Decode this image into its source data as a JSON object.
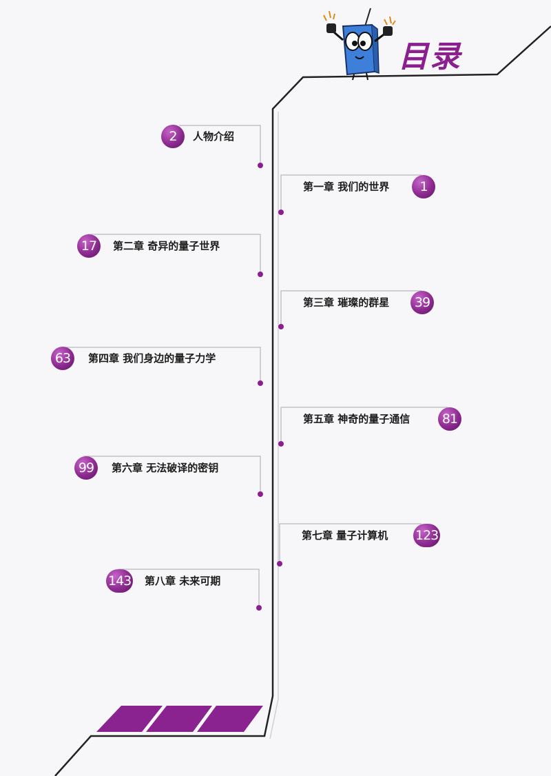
{
  "title": "目录",
  "colors": {
    "accent": "#8b1f8e",
    "line": "#222222",
    "bracket": "#b9b9bf",
    "mascot_body": "#3d7fd9"
  },
  "mascot": {
    "description_icon": "book-mascot-icon"
  },
  "toc": [
    {
      "number": "2",
      "label": "人物介绍"
    },
    {
      "number": "1",
      "label": "第一章  我们的世界"
    },
    {
      "number": "17",
      "label": "第二章  奇异的量子世界"
    },
    {
      "number": "39",
      "label": "第三章  璀璨的群星"
    },
    {
      "number": "63",
      "label": "第四章  我们身边的量子力学"
    },
    {
      "number": "81",
      "label": "第五章  神奇的量子通信"
    },
    {
      "number": "99",
      "label": "第六章  无法破译的密钥"
    },
    {
      "number": "123",
      "label": "第七章  量子计算机"
    },
    {
      "number": "143",
      "label": "第八章  未来可期"
    }
  ]
}
